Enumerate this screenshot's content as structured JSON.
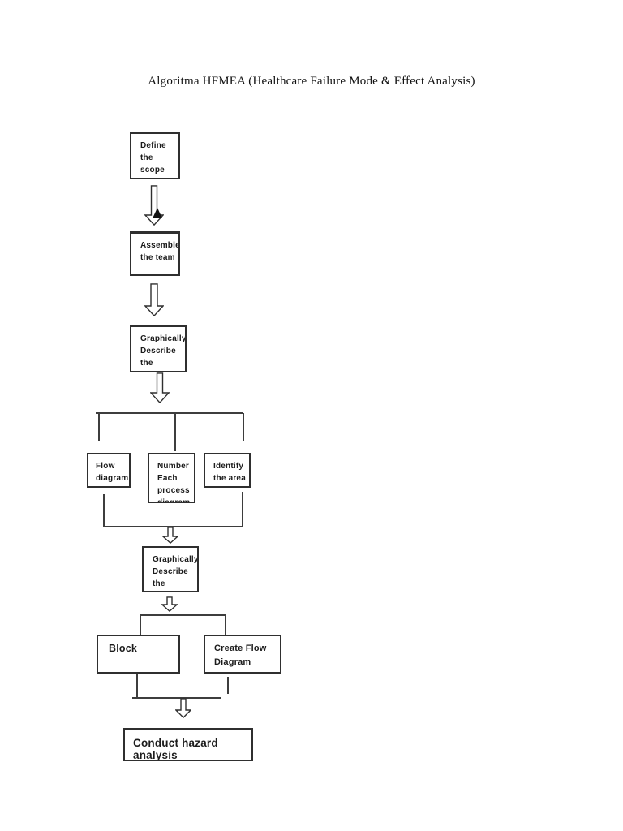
{
  "page": {
    "title": "Algoritma HFMEA (Healthcare Failure Mode & Effect Analysis)"
  },
  "flowchart": {
    "boxes": {
      "define_scope": {
        "lines": [
          "Define",
          "the",
          "scope"
        ]
      },
      "assemble_team": {
        "lines": [
          "Assemble",
          "the team"
        ]
      },
      "graphically_describe_1": {
        "lines": [
          "Graphically",
          "Describe",
          "the process"
        ]
      },
      "flow_diagram": {
        "lines": [
          "Flow",
          "diagram"
        ]
      },
      "number_each_process": {
        "lines": [
          "Number",
          "Each",
          "process",
          "diagram"
        ]
      },
      "identify_area": {
        "lines": [
          "Identify",
          "the area"
        ]
      },
      "graphically_describe_2": {
        "lines": [
          "Graphically",
          "Describe",
          "the process"
        ]
      },
      "block": {
        "lines": [
          "Block"
        ]
      },
      "create_flow_diagram": {
        "lines": [
          "Create Flow",
          "Diagram"
        ]
      },
      "conduct_hazard_analysis": {
        "lines": [
          "Conduct hazard analysis"
        ]
      }
    },
    "colors": {
      "line": "#3d3d3d",
      "box_border": "#2f2f2f",
      "text": "#1c1c1c"
    }
  }
}
